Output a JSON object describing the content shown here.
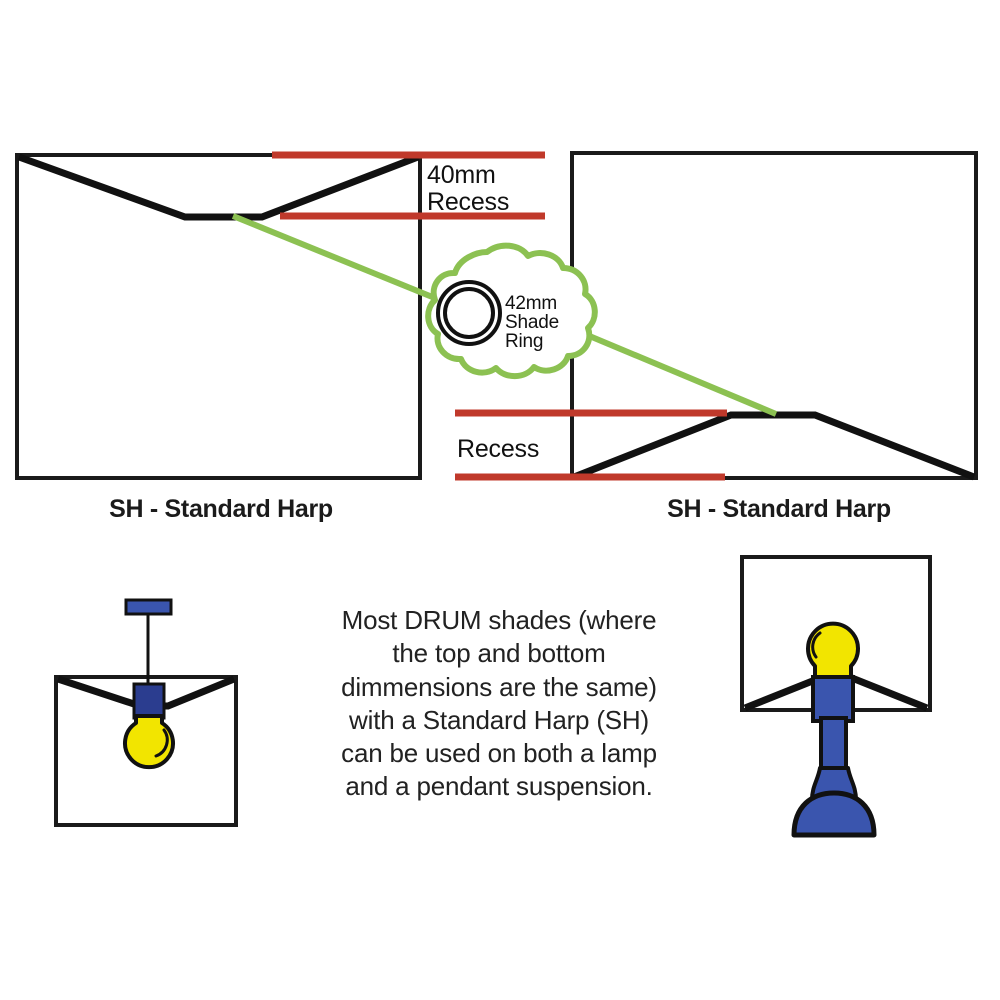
{
  "diagram": {
    "title_role": "lamp-shade-harp-fitting-diagram",
    "colors": {
      "outline": "#1a1a1a",
      "recess_red": "#c0392b",
      "callout_green": "#8cc152",
      "bulb_yellow": "#f2e500",
      "fitting_blue": "#3a55ae",
      "socket_blue": "#2b3d8f",
      "background": "#ffffff"
    },
    "labels": {
      "recess_40mm_line1": "40mm",
      "recess_40mm_line2": "Recess",
      "recess_plain": "Recess",
      "shade_ring_line1": "42mm",
      "shade_ring_line2": "Shade",
      "shade_ring_line3": "Ring"
    },
    "captions": {
      "left": "SH - Standard Harp",
      "right": "SH - Standard Harp"
    },
    "blurb": [
      "Most DRUM shades (where",
      "the top and bottom",
      "dimmensions are the same)",
      "with a Standard Harp (SH)",
      "can be used on both a lamp",
      "and a pendant suspension."
    ],
    "figures": {
      "pendant_name": "pendant-suspension-illustration",
      "lamp_name": "table-lamp-illustration"
    }
  }
}
